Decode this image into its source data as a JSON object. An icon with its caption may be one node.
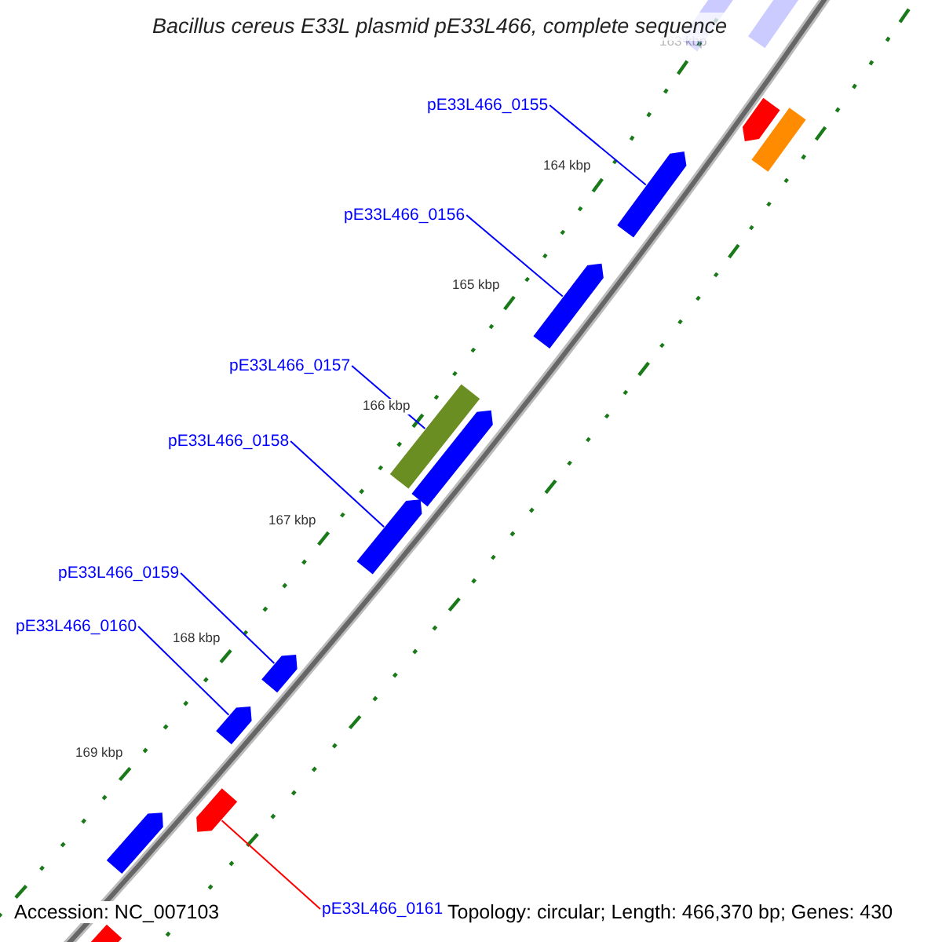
{
  "diagram": {
    "title": "Bacillus cereus E33L plasmid pE33L466, complete sequence",
    "nodes": [
      {
        "text": [],
        "shape": "box"
      },
      {
        "text": [],
        "shape": "box"
      },
      {
        "text": [],
        "shape": "box"
      },
      {
        "text": [
          "pE33L466_0155"
        ]
      },
      {
        "text": [],
        "shape": "box"
      },
      {
        "text": [],
        "shape": "box"
      },
      {
        "text": [
          "pE33L466_0156"
        ]
      },
      {
        "text": [],
        "shape": "box"
      },
      {
        "text": [
          "pE33L466_0157"
        ]
      },
      {
        "text": [],
        "shape": "box"
      },
      {
        "text": [],
        "shape": "box"
      },
      {
        "text": [
          "pE33L466_0158"
        ]
      },
      {
        "text": [],
        "shape": "box"
      },
      {
        "text": [
          "pE33L466_0159"
        ]
      },
      {
        "text": [
          "pE33L466_0160"
        ]
      },
      {
        "text": [],
        "shape": "box"
      },
      {
        "text": [],
        "shape": "box"
      },
      {
        "text": [],
        "shape": "box"
      },
      {
        "text": [],
        "shape": "box"
      },
      {
        "text": [
          "pE33L466_0161"
        ]
      },
      {
        "text": [],
        "shape": "box"
      }
    ],
    "edges": [
      {
        "from": 3,
        "to": 5,
        "arrow": "none"
      },
      {
        "from": 6,
        "to": 7,
        "arrow": "none"
      },
      {
        "from": 8,
        "to": 9,
        "arrow": "none"
      },
      {
        "from": 11,
        "to": 12,
        "arrow": "none"
      },
      {
        "from": 13,
        "to": 15,
        "arrow": "none"
      },
      {
        "from": 14,
        "to": 16,
        "arrow": "none"
      },
      {
        "from": 19,
        "to": 17,
        "arrow": "none",
        "color": "#ff0000"
      }
    ],
    "labels": [
      "163 kbp",
      "164 kbp",
      "165 kbp",
      "166 kbp",
      "167 kbp",
      "168 kbp",
      "169 kbp",
      "Accession: NC_007103",
      "Topology: circular; Length: 466,370 bp; Genes: 430"
    ]
  }
}
